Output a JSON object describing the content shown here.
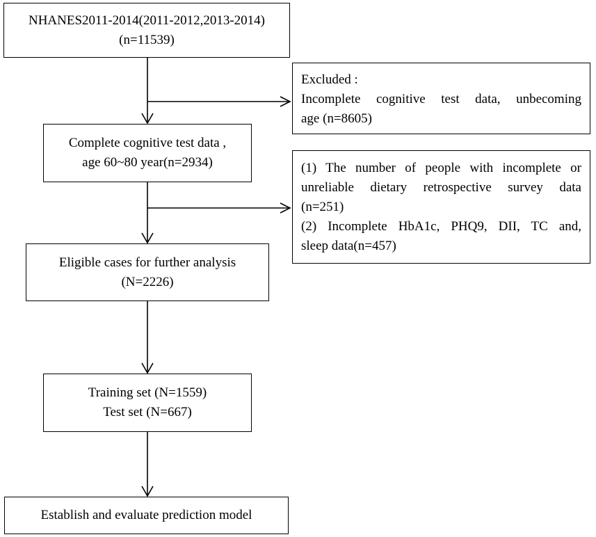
{
  "boxes": {
    "start": {
      "line1": "NHANES2011-2014(2011-2012,2013-2014)",
      "line2": "(n=11539)"
    },
    "exclusion1": {
      "line1": "Excluded :",
      "line2": "Incomplete cognitive test data, unbecoming",
      "line3": "age (n=8605)"
    },
    "step2": {
      "line1": "Complete cognitive test data ,",
      "line2": "age 60~80 year(n=2934)"
    },
    "exclusion2": {
      "line1": "(1) The number of people with incomplete or",
      "line2": "unreliable dietary retrospective survey data",
      "line3": "(n=251)",
      "line4": "(2) Incomplete HbA1c, PHQ9, DII, TC and,",
      "line5": "sleep data(n=457)"
    },
    "step3": {
      "line1": "Eligible cases for further analysis",
      "line2": "(N=2226)"
    },
    "step4": {
      "line1": "Training set (N=1559)",
      "line2": "Test set (N=667)"
    },
    "final": {
      "line1": "Establish and evaluate prediction model"
    }
  }
}
